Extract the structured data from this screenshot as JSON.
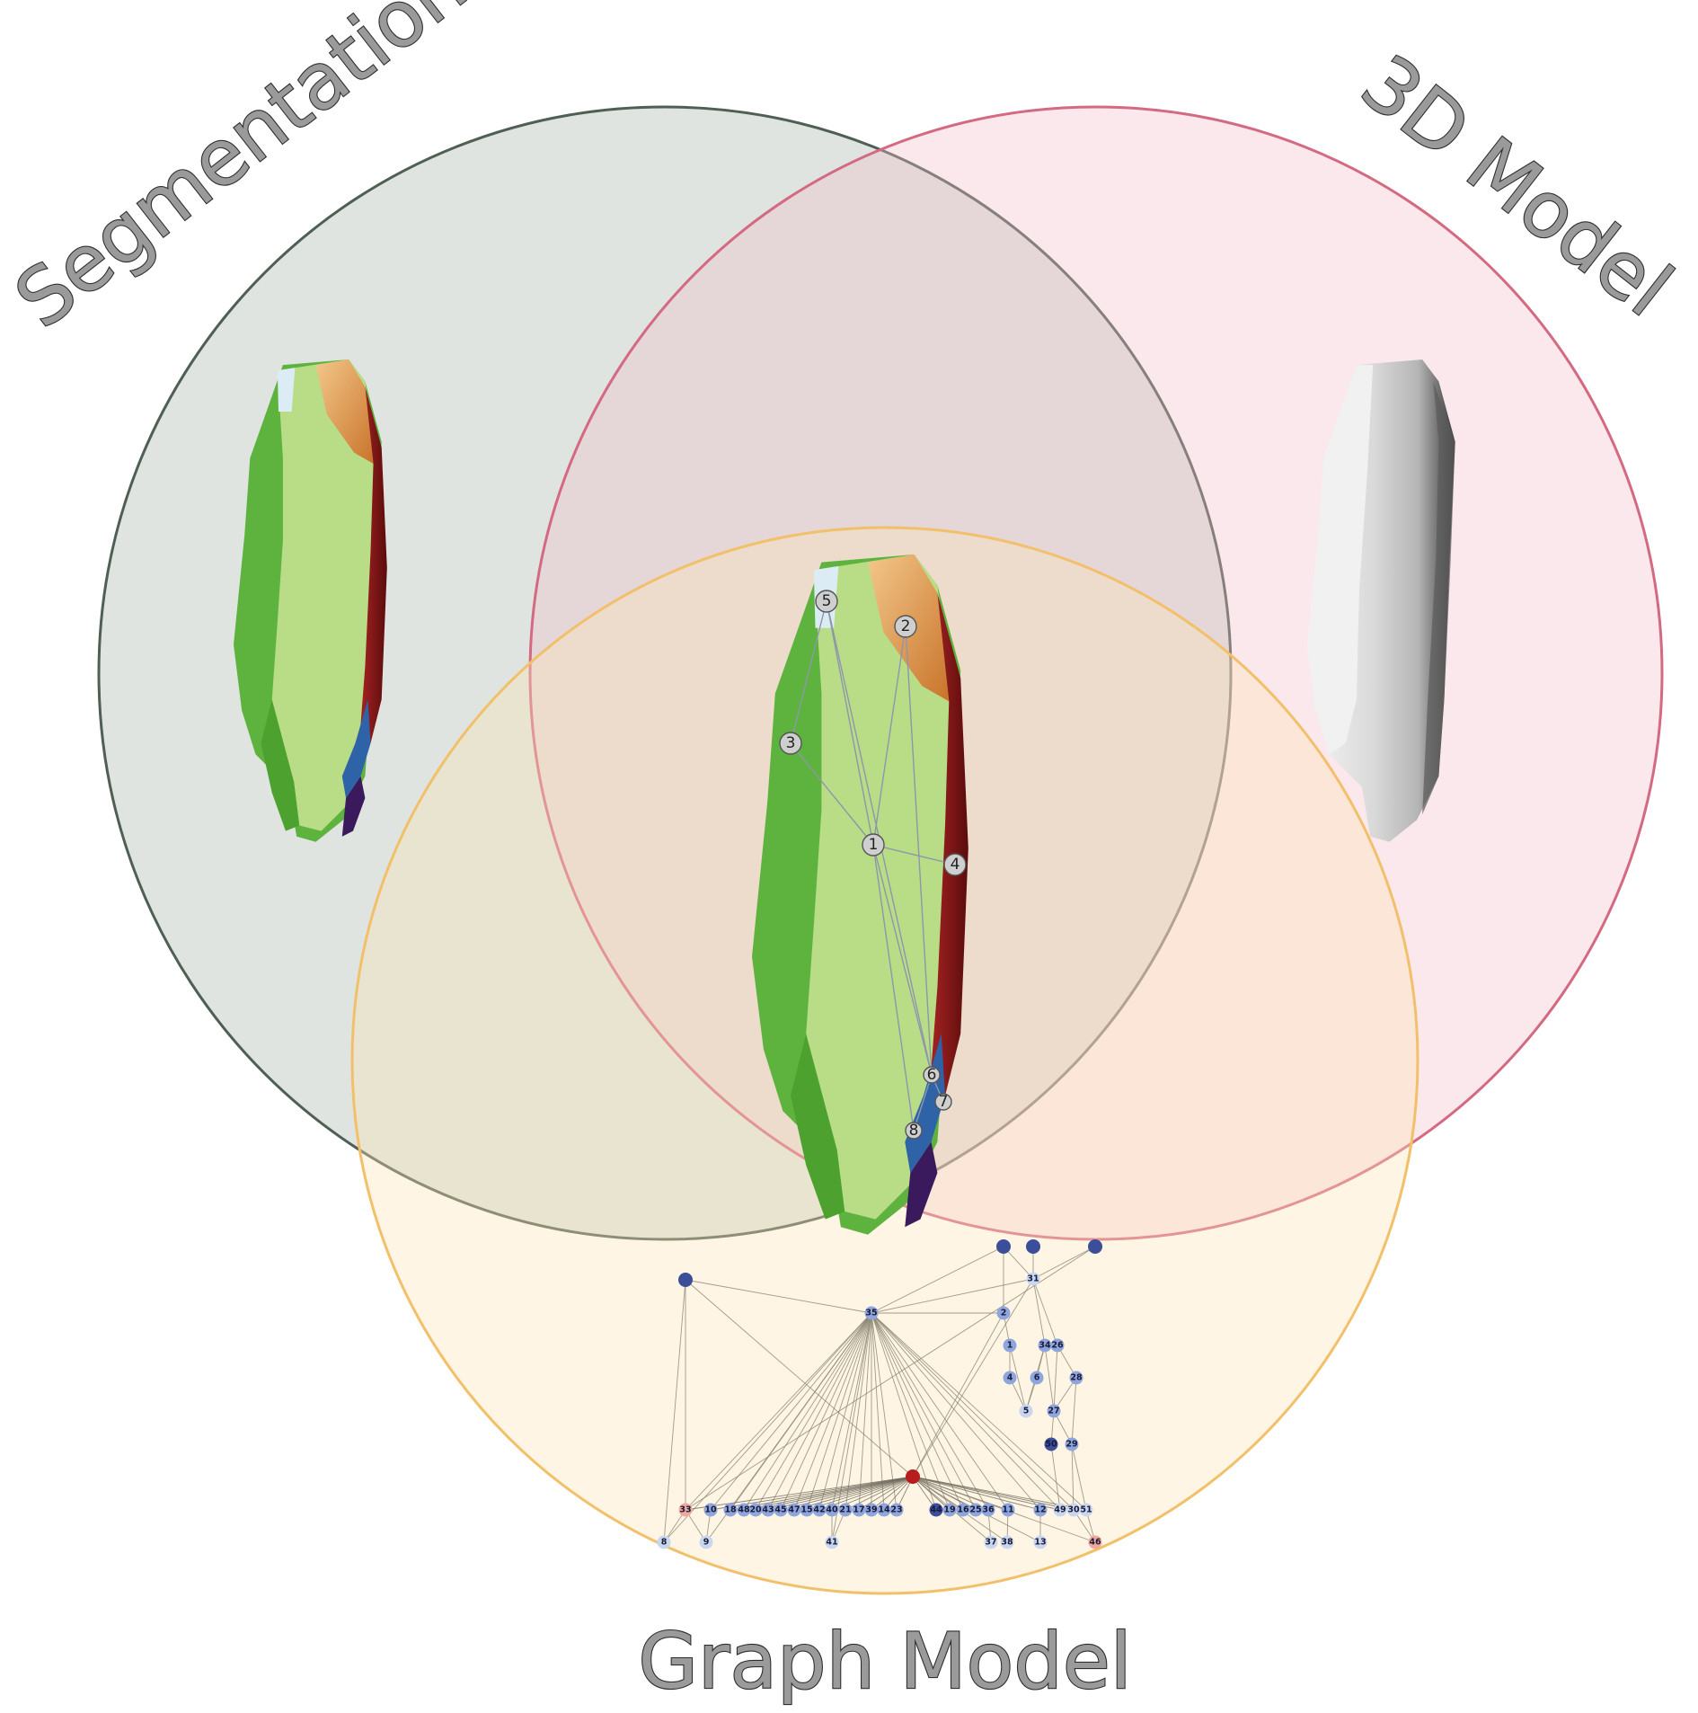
{
  "labels": {
    "segmentation": "Segmentation",
    "model3d": "3D Model",
    "graph": "Graph Model"
  },
  "colors": {
    "segmentation_fill": "#9aab9e",
    "segmentation_stroke": "#4f5f53",
    "model3d_fill": "#f2bcc9",
    "model3d_stroke": "#d36a82",
    "graph_fill": "#fce3b4",
    "graph_stroke": "#f2c06a",
    "region_green": "#5db33d",
    "region_lightgreen": "#b9dd86",
    "region_orange": "#e8a14a",
    "region_red": "#8c1a1a",
    "region_blue": "#2f63a8",
    "region_purple": "#3a1a5c",
    "region_white": "#dcecf4",
    "node_dark": "#3b4e9a",
    "node_mid": "#8fa6dc",
    "node_light": "#c8d6ef",
    "node_red": "#b81c1c",
    "node_salmon": "#f0a89c"
  },
  "overlay_graph": {
    "nodes": [
      "1",
      "2",
      "3",
      "4",
      "5",
      "6",
      "7",
      "8"
    ],
    "edges": [
      [
        "5",
        "3"
      ],
      [
        "5",
        "1"
      ],
      [
        "5",
        "6"
      ],
      [
        "2",
        "1"
      ],
      [
        "2",
        "6"
      ],
      [
        "3",
        "1"
      ],
      [
        "1",
        "4"
      ],
      [
        "1",
        "6"
      ],
      [
        "1",
        "8"
      ],
      [
        "6",
        "7"
      ],
      [
        "6",
        "8"
      ]
    ]
  },
  "graph_model": {
    "top_nodes": [
      "",
      "",
      "",
      ""
    ],
    "nodes_level1": [
      "31",
      "35",
      "2"
    ],
    "nodes_level2": [
      "1",
      "34",
      "26"
    ],
    "nodes_level3": [
      "4",
      "6",
      "28"
    ],
    "nodes_level4": [
      "5",
      "27"
    ],
    "nodes_level5": [
      "50",
      "29"
    ],
    "bottom_row": [
      "33",
      "10",
      "18",
      "48",
      "20",
      "43",
      "45",
      "47",
      "15",
      "42",
      "40",
      "21",
      "17",
      "39",
      "14",
      "23",
      "44",
      "19",
      "16",
      "25",
      "36",
      "11",
      "12",
      "49",
      "30",
      "51"
    ],
    "lowest_row": [
      "8",
      "9",
      "41",
      "37",
      "38",
      "13",
      "46"
    ]
  }
}
